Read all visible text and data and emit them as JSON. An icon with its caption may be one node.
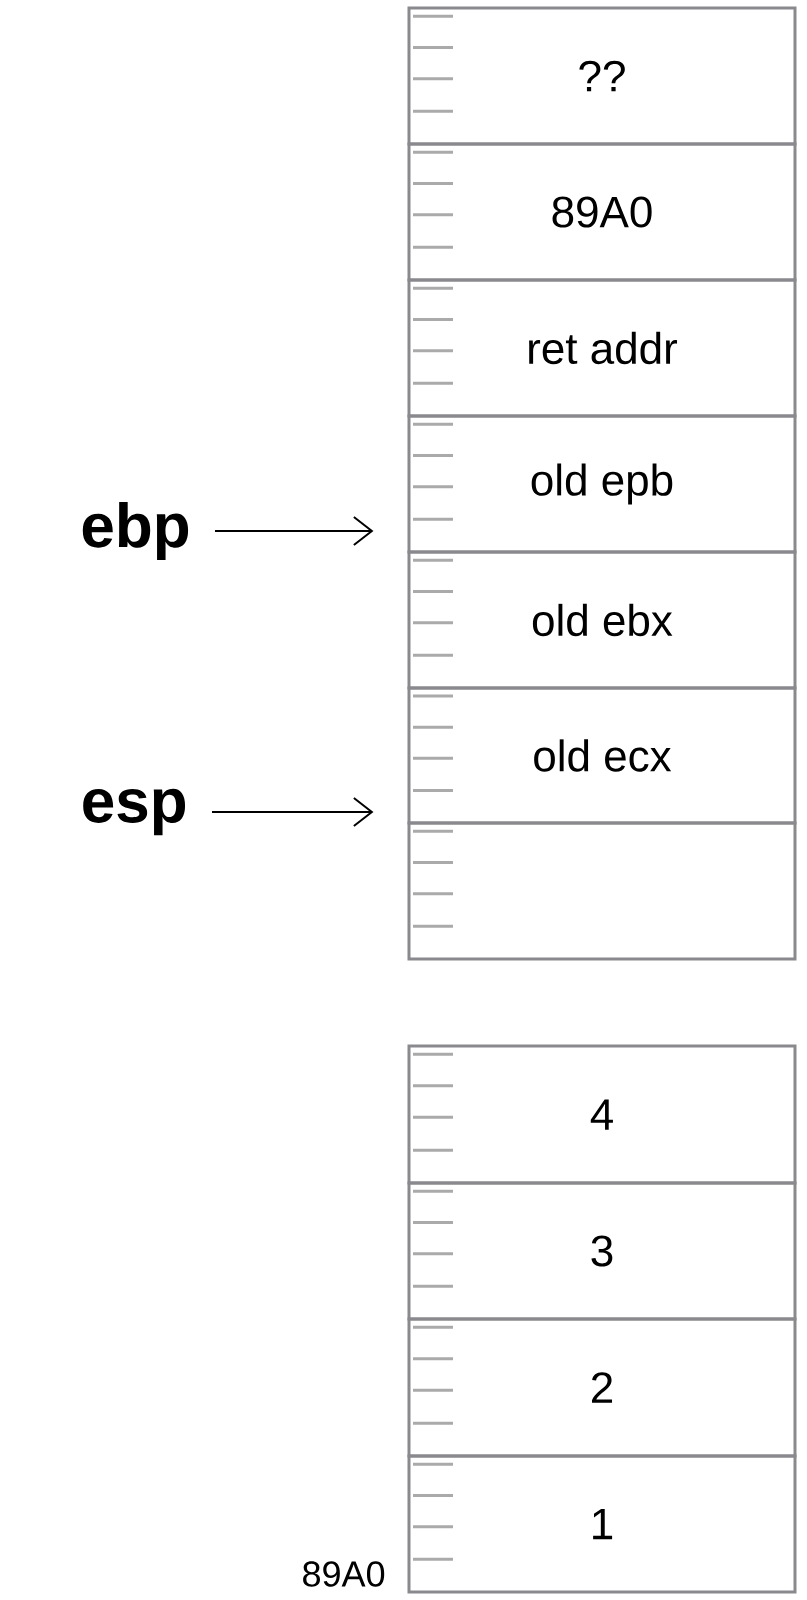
{
  "diagram": {
    "nodes": [
      {
        "text": [
          "??"
        ]
      },
      {
        "text": [
          "89A0"
        ]
      },
      {
        "text": [
          "ret addr"
        ]
      },
      {
        "text": [
          "old epb"
        ]
      },
      {
        "text": [
          "old ebx"
        ]
      },
      {
        "text": [
          "old ecx"
        ]
      },
      {
        "text": [],
        "shape": "box"
      },
      {
        "text": [
          "4"
        ]
      },
      {
        "text": [
          "3"
        ]
      },
      {
        "text": [
          "2"
        ]
      },
      {
        "text": [
          "1"
        ]
      },
      {
        "text": [
          "ebp"
        ]
      },
      {
        "text": [
          "esp"
        ]
      }
    ],
    "edges": [
      {
        "from": 11,
        "to": 3,
        "arrow": "to"
      },
      {
        "from": 12,
        "to": 5,
        "arrow": "to"
      }
    ],
    "labels": [
      "89A0"
    ]
  }
}
